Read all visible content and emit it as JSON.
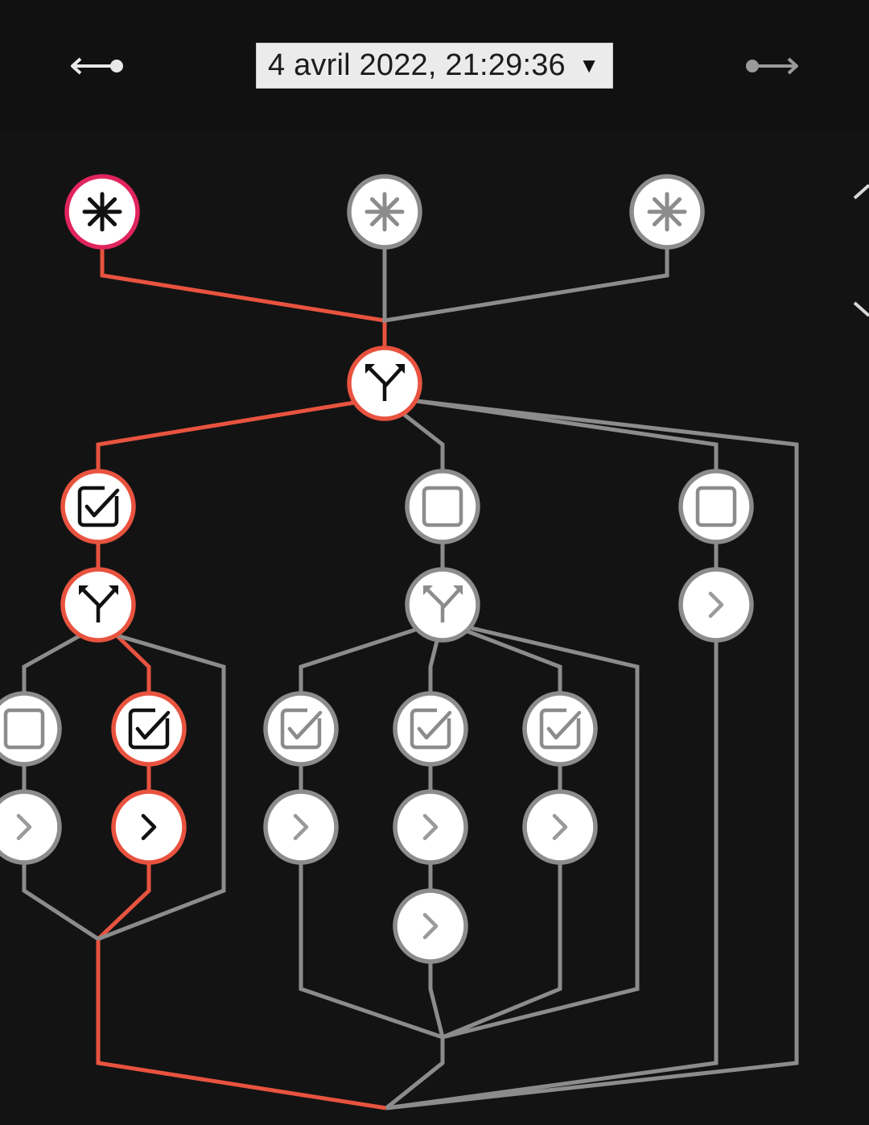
{
  "header": {
    "prev_icon": "arrow-left-icon",
    "next_icon": "arrow-right-icon",
    "timestamp": "4 avril 2022, 21:29:36",
    "caret": "▼"
  },
  "colors": {
    "background": "#131313",
    "active": "#e8533f",
    "inactive": "#8c8c8c",
    "highlight_ring": "#e0245e",
    "node_fill": "#ffffff"
  },
  "graph": {
    "nodes": [
      {
        "id": "start-1",
        "icon": "asterisk-icon",
        "state": "selected"
      },
      {
        "id": "start-2",
        "icon": "asterisk-icon",
        "state": "inactive"
      },
      {
        "id": "start-3",
        "icon": "asterisk-icon",
        "state": "inactive"
      },
      {
        "id": "split-1",
        "icon": "fork-icon",
        "state": "active"
      },
      {
        "id": "check-a",
        "icon": "checkbox-checked-icon",
        "state": "active"
      },
      {
        "id": "box-b",
        "icon": "checkbox-empty-icon",
        "state": "inactive"
      },
      {
        "id": "box-c",
        "icon": "checkbox-empty-icon",
        "state": "inactive"
      },
      {
        "id": "split-a",
        "icon": "fork-icon",
        "state": "active"
      },
      {
        "id": "split-b",
        "icon": "fork-icon",
        "state": "inactive"
      },
      {
        "id": "next-c",
        "icon": "chevron-right-icon",
        "state": "inactive"
      },
      {
        "id": "box-a1",
        "icon": "checkbox-empty-icon",
        "state": "inactive"
      },
      {
        "id": "check-a2",
        "icon": "checkbox-checked-icon",
        "state": "active"
      },
      {
        "id": "check-b1",
        "icon": "checkbox-checked-icon",
        "state": "inactive"
      },
      {
        "id": "check-b2",
        "icon": "checkbox-checked-icon",
        "state": "inactive"
      },
      {
        "id": "check-b3",
        "icon": "checkbox-checked-icon",
        "state": "inactive"
      },
      {
        "id": "next-a1",
        "icon": "chevron-right-icon",
        "state": "inactive"
      },
      {
        "id": "next-a2",
        "icon": "chevron-right-icon",
        "state": "active"
      },
      {
        "id": "next-b1",
        "icon": "chevron-right-icon",
        "state": "inactive"
      },
      {
        "id": "next-b2",
        "icon": "chevron-right-icon",
        "state": "inactive"
      },
      {
        "id": "next-b3",
        "icon": "chevron-right-icon",
        "state": "inactive"
      },
      {
        "id": "next-b2b",
        "icon": "chevron-right-icon",
        "state": "inactive"
      }
    ]
  }
}
